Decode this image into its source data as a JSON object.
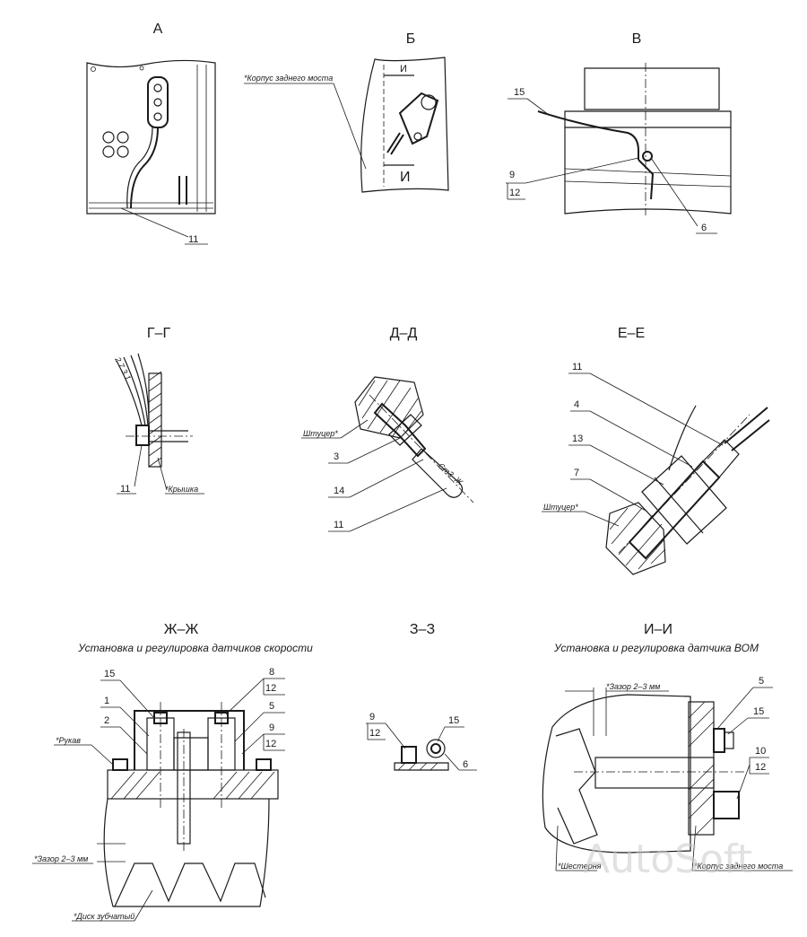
{
  "views": {
    "A": {
      "title": "А"
    },
    "B": {
      "title": "Б",
      "label_body": "*Корпус заднего моста",
      "cut": "И"
    },
    "V": {
      "title": "В"
    },
    "G": {
      "title": "Г–Г",
      "label_cover": "*Крышка"
    },
    "D": {
      "title": "Д–Д",
      "label_fitting": "Штуцер*",
      "label_marking": "Ст3–Ж"
    },
    "E": {
      "title": "Е–Е",
      "label_fitting": "Штуцер*"
    },
    "ZH": {
      "title": "Ж–Ж",
      "subtitle": "Установка и регулировка датчиков скорости",
      "label_sleeve": "*Рукав",
      "label_gap": "*Зазор 2–3 мм",
      "label_disk": "*Диск зубчатый"
    },
    "Z": {
      "title": "З–З"
    },
    "I": {
      "title": "И–И",
      "subtitle": "Установка и регулировка датчика ВОМ",
      "label_gap": "*Зазор 2–3 мм",
      "label_gear": "*Шестерня",
      "label_body": "*Корпус заднего моста"
    }
  },
  "callouts": {
    "A_11": "11",
    "V_15": "15",
    "V_9": "9",
    "V_12": "12",
    "V_6": "6",
    "G_11": "11",
    "G_wires": "2 7 3 1",
    "D_3": "3",
    "D_14": "14",
    "D_11": "11",
    "E_11": "11",
    "E_4": "4",
    "E_13": "13",
    "E_7": "7",
    "ZH_15": "15",
    "ZH_1": "1",
    "ZH_2": "2",
    "ZH_8": "8",
    "ZH_12a": "12",
    "ZH_5": "5",
    "ZH_9": "9",
    "ZH_12b": "12",
    "Z_9": "9",
    "Z_12": "12",
    "Z_15": "15",
    "Z_6": "6",
    "I_5": "5",
    "I_15": "15",
    "I_10": "10",
    "I_12": "12"
  },
  "watermark": "AutoSoft"
}
